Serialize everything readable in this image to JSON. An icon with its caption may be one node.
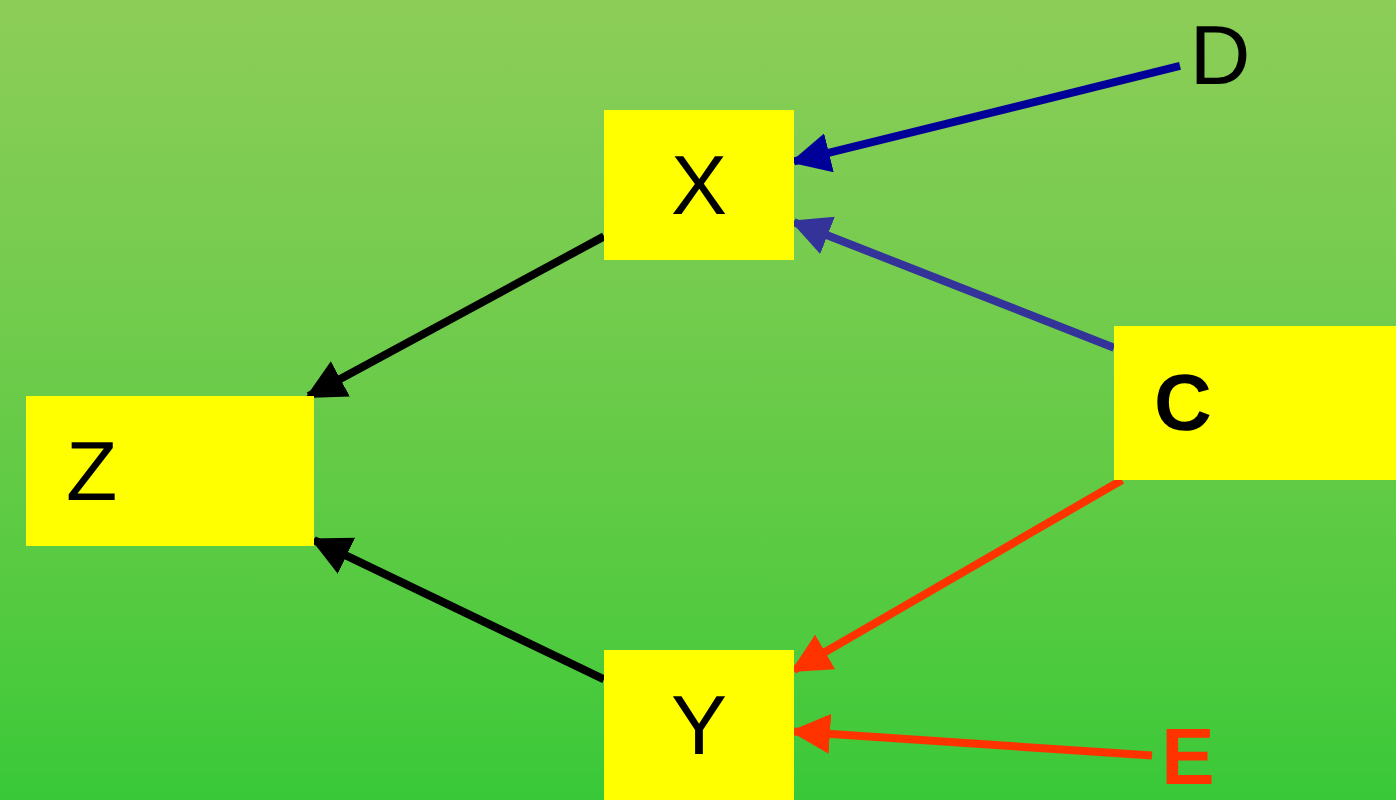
{
  "diagram": {
    "nodes": [
      {
        "text": [
          "X"
        ]
      },
      {
        "text": [
          "D"
        ]
      },
      {
        "text": [
          "C"
        ]
      },
      {
        "text": [
          "Z"
        ]
      },
      {
        "text": [
          "Y"
        ]
      },
      {
        "text": [
          "E"
        ]
      }
    ],
    "edges": [
      {
        "from": 1,
        "to": 0,
        "arrow": "to",
        "color": "#000099"
      },
      {
        "from": 2,
        "to": 0,
        "arrow": "to",
        "color": "#333399"
      },
      {
        "from": 0,
        "to": 3,
        "arrow": "to"
      },
      {
        "from": 4,
        "to": 3,
        "arrow": "to"
      },
      {
        "from": 2,
        "to": 4,
        "arrow": "to",
        "color": "#ff3300"
      },
      {
        "from": 5,
        "to": 4,
        "arrow": "to",
        "color": "#ff3300"
      }
    ]
  }
}
